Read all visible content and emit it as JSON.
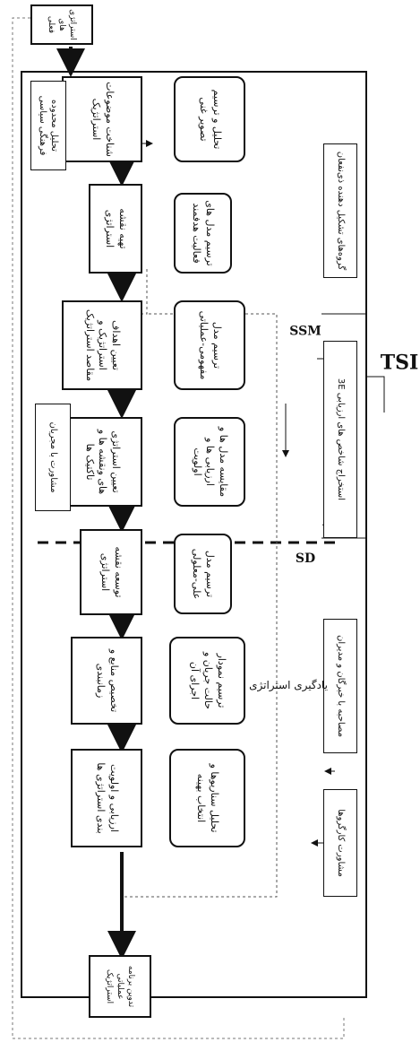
{
  "title": "TSI",
  "labels": {
    "ssm": "SSM",
    "sd": "SD",
    "learning": "یادگیری استراتژی"
  },
  "inputs": {
    "start": "استراتژی های فعلی",
    "end": "تدوین برنامه عملیاتی استراتژیک"
  },
  "steps": [
    {
      "main": "شناخت موضوعات استراتژیک",
      "sub": "تحلیل و ترسیم تصویر غنی"
    },
    {
      "main": "تهیه نقشه استراتژی",
      "sub": "ترسیم مدل های فعالیت هدفمند"
    },
    {
      "main": "تعیین اهداف استراتژیک و مقاصد استراتژیک",
      "sub": "ترسیم مدل مفهومی-عملیاتی"
    },
    {
      "main": "تعیین استراتژی های ونقشه ها و تاکتیک ها",
      "sub": "مقایسه مدل ها و ارزیابی ها و اولویت"
    },
    {
      "main": "توسعه نقشه استراتژی",
      "sub": "ترسیم مدل علی-معلولی"
    },
    {
      "main": "تخصیص منابع و زمانبندی",
      "sub": "ترسیم نمودار حالت جریان و اجرای آن"
    },
    {
      "main": "ارزیابی و اولویت بندی استراتژی ها",
      "sub": "تحلیل سناریوها و انتخاب بهینه"
    }
  ],
  "top_notes": {
    "analysis": "تحلیل محدوده فرهنگی سیاسی",
    "consult": "مشاورت با مجریان"
  },
  "bottom_notes": {
    "groups": "گروه‌های تشکیل دهنده ذی‌نفعان",
    "indicators": "استخراج شاخص های ارزیابی 3E",
    "meeting": "مصاحبه با خبرگان و مدیران",
    "consult2": "مشاورت کارگروها"
  },
  "colors": {
    "line": "#111111",
    "dash": "#555555"
  }
}
